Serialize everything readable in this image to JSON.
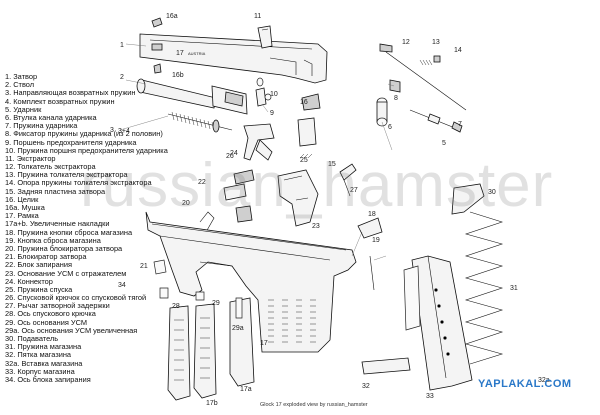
{
  "legend": [
    "1. Затвор",
    "2. Ствол",
    "3. Направляющая возвратных пружин",
    "4. Комплект возвратных пружин",
    "5. Ударник",
    "6. Втулка канала ударника",
    "7. Пружина ударника",
    "8. Фиксатор пружины ударника (из 2 половин)",
    "9. Поршень предохранителя ударника",
    "10. Пружина поршня предохранителя ударника",
    "11. Экстрактор",
    "12. Толкатель экстрактора",
    "13. Пружина толкателя экстрактора",
    "14. Опора пружины толкателя экстрактора",
    "15. Задняя пластина затвора",
    "16. Целик",
    "16a. Мушка",
    "17. Рамка",
    "17a+b. Увеличенные накладки",
    "18. Пружина кнопки сброса магазина",
    "19. Кнопка сброса магазина",
    "20. Пружина блокиратора затвора",
    "21. Блокиратор затвора",
    "22. Блок запирания",
    "23. Основание УСМ с отражателем",
    "24. Коннектор",
    "25. Пружина спуска",
    "26. Спусковой крючок со спусковой тягой",
    "27. Рычаг затворной задержки",
    "28. Ось спускового крючка",
    "29. Ось основания УСМ",
    "29a. Ось основания УСМ увеличенная",
    "30. Подаватель",
    "31. Пружина магазина",
    "32. Пятка магазина",
    "32a. Вставка магазина",
    "33. Корпус магазина",
    "34. Ось блока запирания"
  ],
  "callouts": {
    "c1": "1",
    "c2": "2",
    "c3": "3",
    "c34": "3+4",
    "c5": "5",
    "c6": "6",
    "c7": "7",
    "c8": "8",
    "c9": "9",
    "c10": "10",
    "c11": "11",
    "c12": "12",
    "c13": "13",
    "c14": "14",
    "c15": "15",
    "c16": "16",
    "c16a": "16a",
    "c16b": "16b",
    "c17": "17",
    "c17a": "17a",
    "c17b": "17b",
    "c18": "18",
    "c19": "19",
    "c20": "20",
    "c21": "21",
    "c22": "22",
    "c23": "23",
    "c24": "24",
    "c25": "25",
    "c26": "26",
    "c27": "27",
    "c28": "28",
    "c29": "29",
    "c29a": "29a",
    "c30": "30",
    "c31": "31",
    "c32": "32",
    "c32a": "32a",
    "c33": "33",
    "c34b": "34"
  },
  "slide_marking": "17",
  "slide_sub": "AUSTRIA",
  "watermark": "russian_hamster",
  "caption": "Glock 17 exploded view by russian_hamster",
  "site_mark": "YAPLAKAL.COM",
  "colors": {
    "line": "#111111",
    "fill": "#f4f4f4",
    "site": "#2a78c8"
  }
}
